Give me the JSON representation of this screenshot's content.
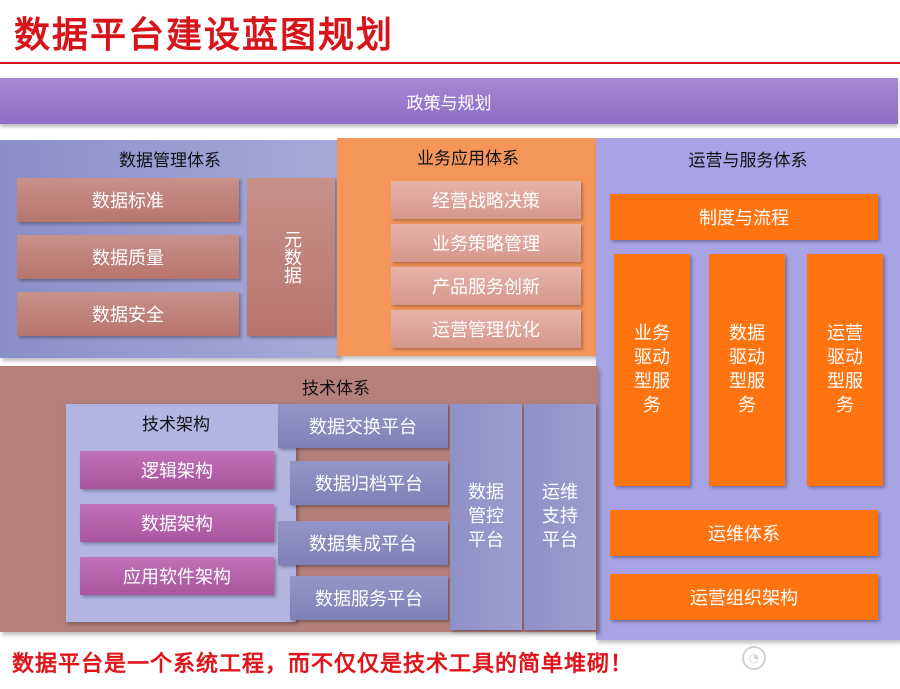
{
  "title": "数据平台建设蓝图规划",
  "policy": "政策与规划",
  "data_management": {
    "title": "数据管理体系",
    "items": [
      "数据标准",
      "数据质量",
      "数据安全"
    ],
    "metadata": "元数据"
  },
  "business_app": {
    "title": "业务应用体系",
    "items": [
      "经营战略决策",
      "业务策略管理",
      "产品服务创新",
      "运营管理优化"
    ]
  },
  "ops_service": {
    "title": "运营与服务体系",
    "top": "制度与流程",
    "columns": [
      "业务驱动型服务",
      "数据驱动型服务",
      "运营驱动型服务"
    ],
    "bottom": [
      "运维体系",
      "运营组织架构"
    ]
  },
  "tech": {
    "title": "技术体系",
    "arch_title": "技术架构",
    "arch_items": [
      "逻辑架构",
      "数据架构",
      "应用软件架构"
    ],
    "platforms": [
      "数据交换平台",
      "数据归档平台",
      "数据集成平台",
      "数据服务平台"
    ],
    "control_platform": "数据管控平台",
    "ops_platform": "运维支持平台"
  },
  "footer": "数据平台是一个系统工程，而不仅仅是技术工具的简单堆砌！"
}
